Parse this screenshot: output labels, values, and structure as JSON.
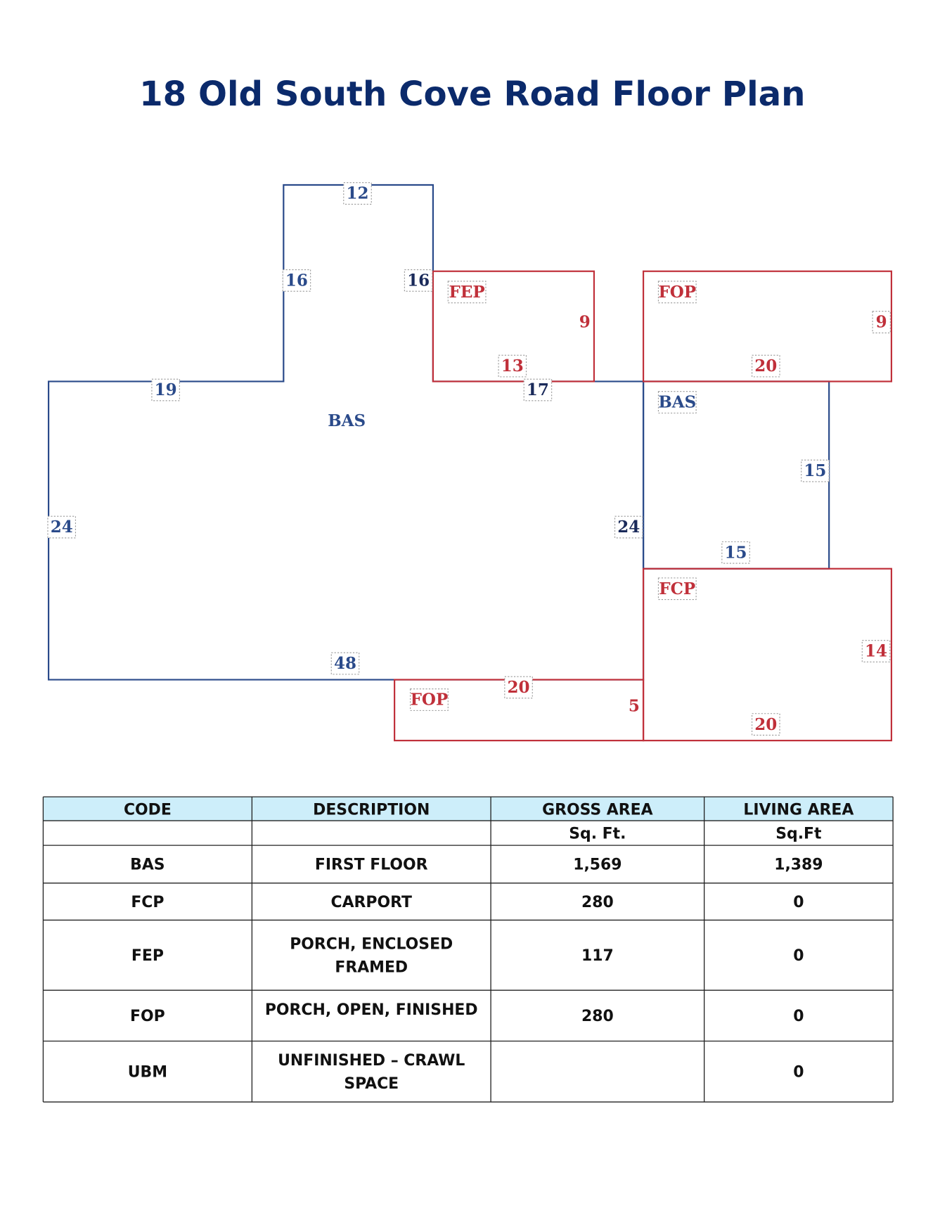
{
  "title": "18 Old South Cove Road Floor Plan",
  "colors": {
    "title": "#0b2a6b",
    "living": "#2a4a8a",
    "nonliving": "#c0303a",
    "header_bg": "#cdeefa"
  },
  "plan": {
    "main_bas": {
      "code": "BAS",
      "dims": [
        "12",
        "16",
        "16",
        "19",
        "17",
        "24",
        "24",
        "48"
      ]
    },
    "fep": {
      "code": "FEP",
      "dims": [
        "9",
        "13"
      ]
    },
    "fop_top": {
      "code": "FOP",
      "dims": [
        "9",
        "20"
      ]
    },
    "bas_right": {
      "code": "BAS",
      "dims": [
        "15",
        "15"
      ]
    },
    "fcp": {
      "code": "FCP",
      "dims": [
        "14",
        "20"
      ]
    },
    "fop_bottom": {
      "code": "FOP",
      "dims": [
        "20",
        "5"
      ]
    }
  },
  "table": {
    "headers": [
      "CODE",
      "DESCRIPTION",
      "GROSS AREA",
      "LIVING AREA"
    ],
    "units": [
      "",
      "",
      "Sq. Ft.",
      "Sq.Ft"
    ],
    "rows": [
      {
        "code": "BAS",
        "desc": [
          "FIRST FLOOR"
        ],
        "gross": "1,569",
        "living": "1,389"
      },
      {
        "code": "FCP",
        "desc": [
          "CARPORT"
        ],
        "gross": "280",
        "living": "0"
      },
      {
        "code": "FEP",
        "desc": [
          "PORCH, ENCLOSED",
          "FRAMED"
        ],
        "gross": "117",
        "living": "0"
      },
      {
        "code": "FOP",
        "desc": [
          "PORCH, OPEN, FINISHED"
        ],
        "gross": "280",
        "living": "0"
      },
      {
        "code": "UBM",
        "desc": [
          "UNFINISHED – CRAWL",
          "SPACE"
        ],
        "gross": "",
        "living": "0"
      }
    ]
  }
}
